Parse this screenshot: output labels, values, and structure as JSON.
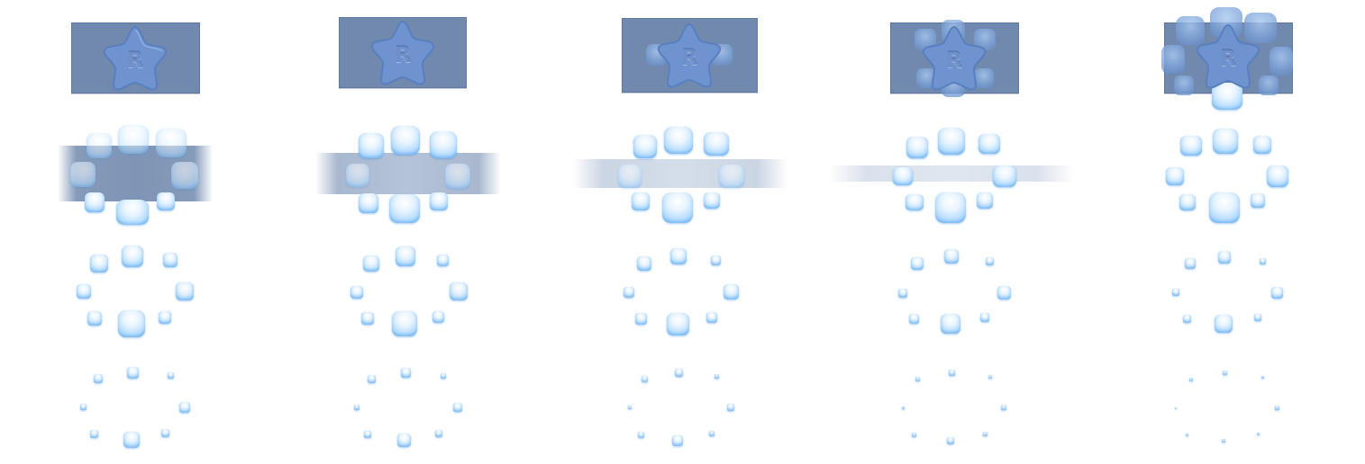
{
  "image": {
    "description_free": true,
    "frame_count": 5,
    "rows_per_frame": 4
  },
  "logo": {
    "letter": "R",
    "panel_color": "#7189ad",
    "star_color": "#6f93cf",
    "star_shadow": "#4e6fa8"
  },
  "gem_color": "#9fd0ff",
  "icons": {
    "logo": "star-icon",
    "gem": "rounded-square-gem-icon"
  }
}
